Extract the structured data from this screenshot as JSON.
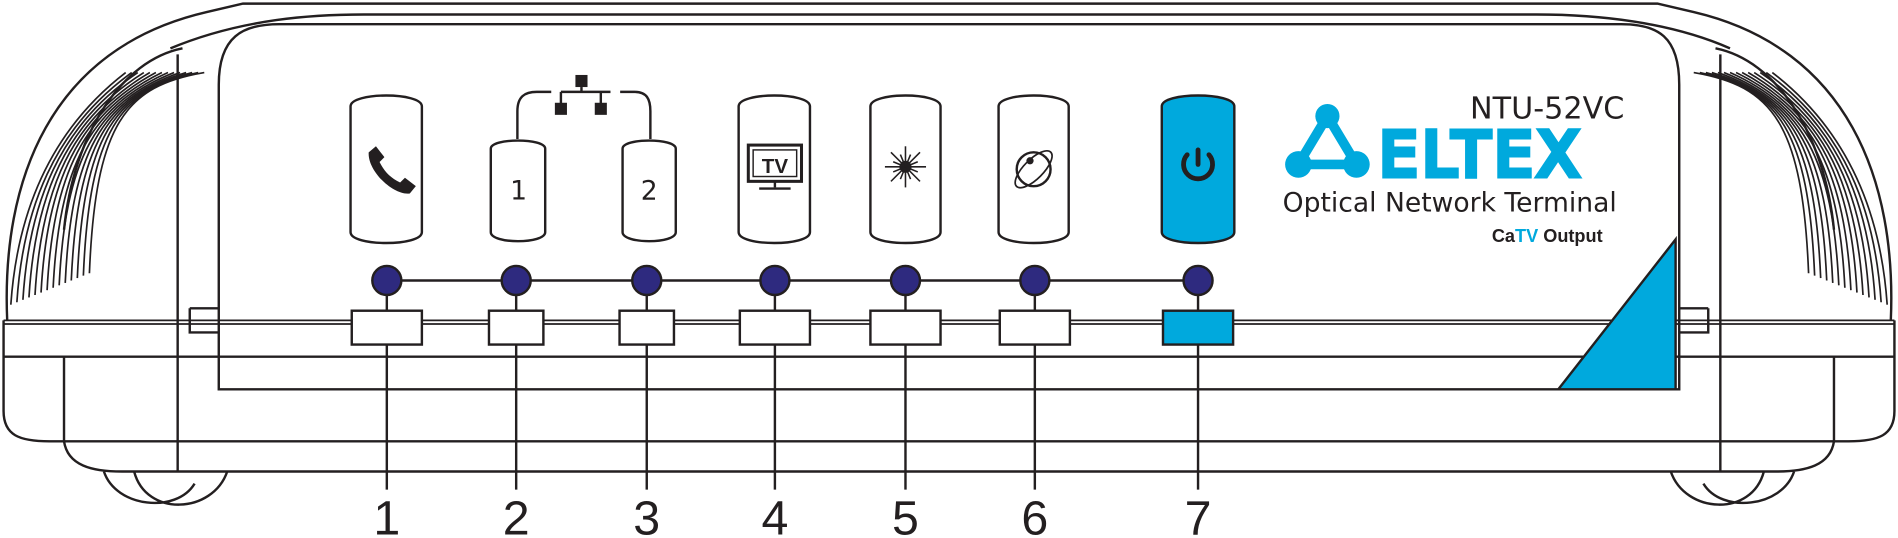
{
  "device": {
    "model": "NTU-52VC",
    "brand": "ELTEX",
    "subtitle": "Optical Network Terminal",
    "catv_prefix": "Ca",
    "catv_tv": "TV",
    "catv_suffix": "Output"
  },
  "indicators": [
    {
      "icon": "phone-icon",
      "callout": "1"
    },
    {
      "icon": "lan-port-icon",
      "label": "1",
      "callout": "2"
    },
    {
      "icon": "lan-port-icon",
      "label": "2",
      "callout": "3"
    },
    {
      "icon": "tv-icon",
      "label": "TV",
      "callout": "4"
    },
    {
      "icon": "optical-laser-icon",
      "callout": "5"
    },
    {
      "icon": "internet-globe-icon",
      "callout": "6"
    },
    {
      "icon": "power-icon",
      "callout": "7"
    }
  ],
  "colors": {
    "accent": "#00a9dd",
    "led": "#2e2a7f",
    "outline": "#231f20"
  }
}
